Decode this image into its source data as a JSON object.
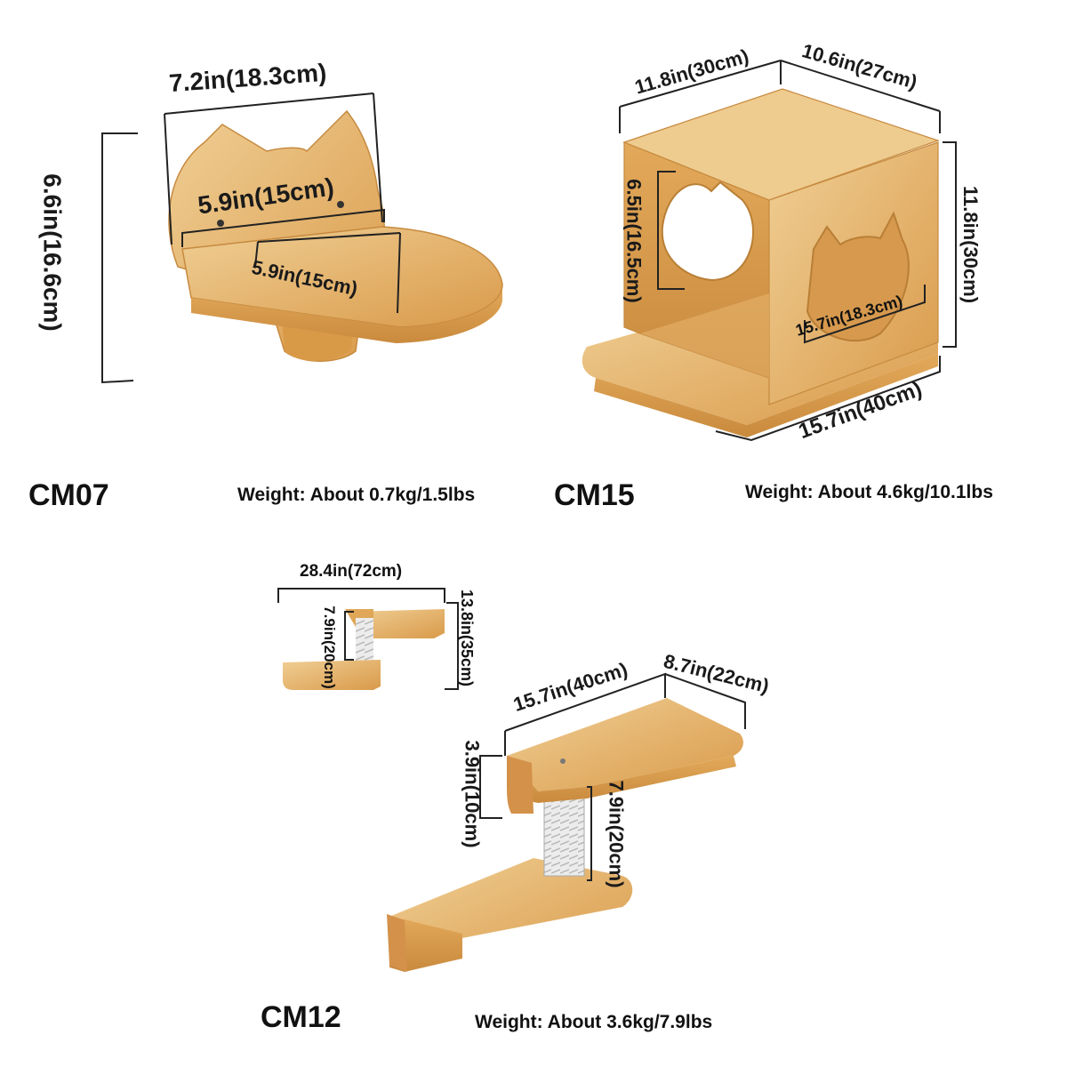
{
  "products": [
    {
      "model": "CM07",
      "weight": "Weight: About 0.7kg/1.5lbs",
      "dims": {
        "width": "7.2in(18.3cm)",
        "height": "6.6in(16.6cm)",
        "back_width": "5.9in(15cm)",
        "depth": "5.9in(15cm)"
      }
    },
    {
      "model": "CM15",
      "weight": "Weight: About 4.6kg/10.1lbs",
      "dims": {
        "top_left": "11.8in(30cm)",
        "top_right": "10.6in(27cm)",
        "height": "11.8in(30cm)",
        "hole_height": "6.5in(16.5cm)",
        "hole_width": "15.7in(18.3cm)",
        "base": "15.7in(40cm)"
      }
    },
    {
      "model": "CM12",
      "weight": "Weight: About 3.6kg/7.9lbs",
      "dims": {
        "overall_width": "28.4in(72cm)",
        "overall_height": "13.8in(35cm)",
        "small_post": "7.9in(20cm)",
        "length": "15.7in(40cm)",
        "depth": "8.7in(22cm)",
        "top_height": "3.9in(10cm)",
        "post": "7.9in(20cm)"
      }
    }
  ],
  "colors": {
    "wood": "#e3ab5f",
    "wood_light": "#eeca8b",
    "wood_dark": "#c98b3d",
    "rope": "#e8e8e8"
  }
}
